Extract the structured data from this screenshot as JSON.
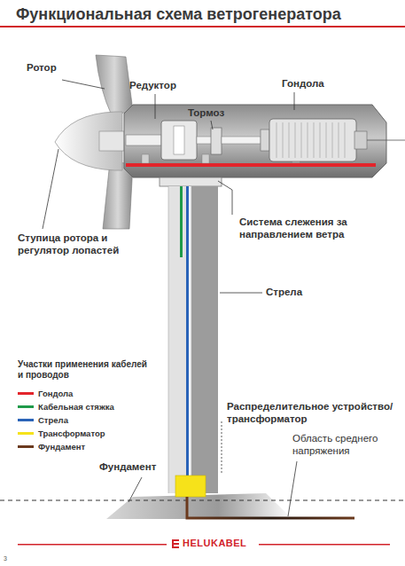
{
  "diagram": {
    "title": "Функциональная схема ветрогенератора",
    "labels": [
      "Ротор",
      "Редуктор",
      "Тормоз",
      "Гондола",
      "Ступица ротора и регулятор лопастей",
      "Система слежения за направлением ветра",
      "Стрела",
      "Участки применения кабелей и проводов",
      "Распределительное устройство/ трансформатор",
      "Область среднего напряжения",
      "Фундамент",
      "HELUKABEL",
      "3"
    ],
    "legend": [
      {
        "text": "Гондола",
        "color": "#e3242b"
      },
      {
        "text": "Кабельная стяжка",
        "color": "#1f9a4a"
      },
      {
        "text": "Стрела",
        "color": "#2a63b8"
      },
      {
        "text": "Трансформатор",
        "color": "#f6e21a"
      },
      {
        "text": "Фундамент",
        "color": "#6b3a1e"
      }
    ]
  }
}
